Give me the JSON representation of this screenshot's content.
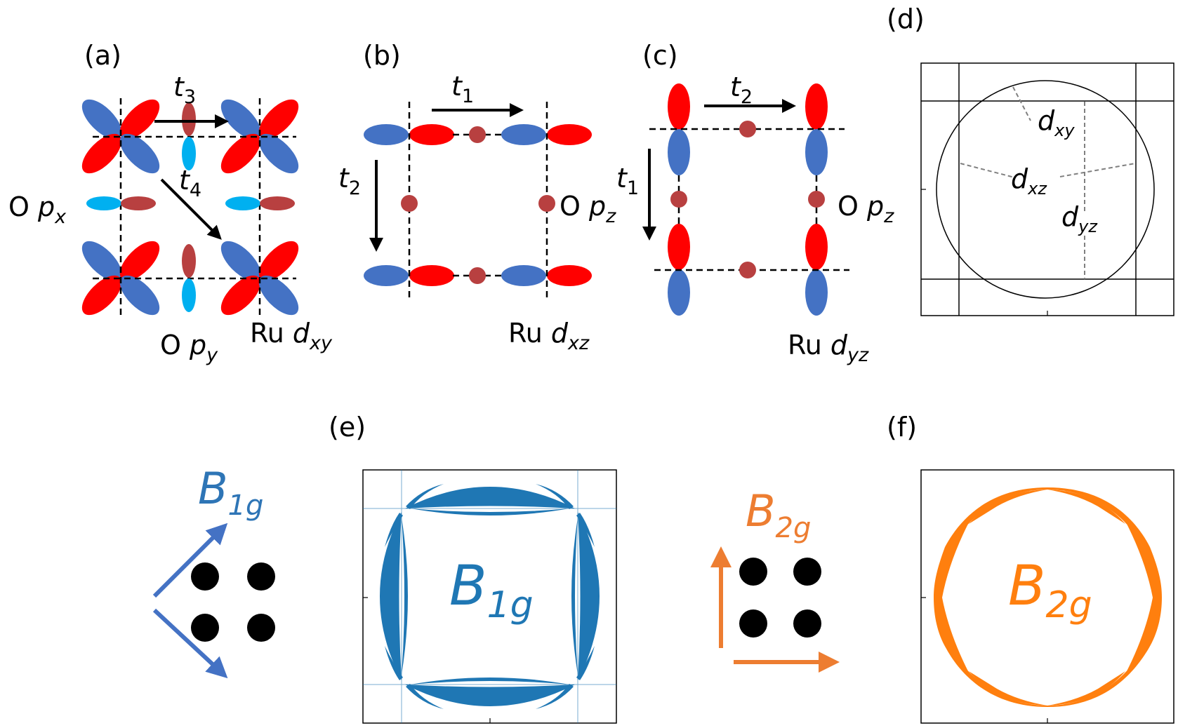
{
  "panels": {
    "a": {
      "label": "(a)",
      "hop_t3": {
        "base": "t",
        "sub": "3"
      },
      "hop_t4": {
        "base": "t",
        "sub": "4"
      },
      "orb_px": {
        "prefix": "O ",
        "base": "p",
        "sub": "x"
      },
      "orb_py": {
        "prefix": "O ",
        "base": "p",
        "sub": "y"
      },
      "orb_ru": {
        "prefix": "Ru ",
        "base": "d",
        "sub": "xy"
      }
    },
    "b": {
      "label": "(b)",
      "hop_t1": {
        "base": "t",
        "sub": "1"
      },
      "hop_t2": {
        "base": "t",
        "sub": "2"
      },
      "orb_pz": {
        "prefix": "O ",
        "base": "p",
        "sub": "z"
      },
      "orb_ru": {
        "prefix": "Ru ",
        "base": "d",
        "sub": "xz"
      }
    },
    "c": {
      "label": "(c)",
      "hop_t2": {
        "base": "t",
        "sub": "2"
      },
      "hop_t1": {
        "base": "t",
        "sub": "1"
      },
      "orb_pz": {
        "prefix": "O ",
        "base": "p",
        "sub": "z"
      },
      "orb_ru": {
        "prefix": "Ru ",
        "base": "d",
        "sub": "yz"
      }
    },
    "d": {
      "label": "(d)",
      "band_xy": {
        "base": "d",
        "sub": "xy"
      },
      "band_xz": {
        "base": "d",
        "sub": "xz"
      },
      "band_yz": {
        "base": "d",
        "sub": "yz"
      }
    },
    "e": {
      "label": "(e)",
      "legend_symbol": {
        "base": "B",
        "sub": "1g"
      },
      "gap_label": {
        "base": "B",
        "sub": "1g"
      }
    },
    "f": {
      "label": "(f)",
      "legend_symbol": {
        "base": "B",
        "sub": "2g"
      },
      "gap_label": {
        "base": "B",
        "sub": "2g"
      }
    }
  },
  "colors": {
    "orbital_red": "#ff0000",
    "orbital_blue": "#4472c4",
    "oxygen_light_blue": "#00b0f0",
    "oxygen_dark_red": "#b84040",
    "b1g": "#1f77b4",
    "b1g_arrow": "#4472c4",
    "b2g": "#ff7f0e",
    "b2g_arrow": "#ed7d31"
  }
}
